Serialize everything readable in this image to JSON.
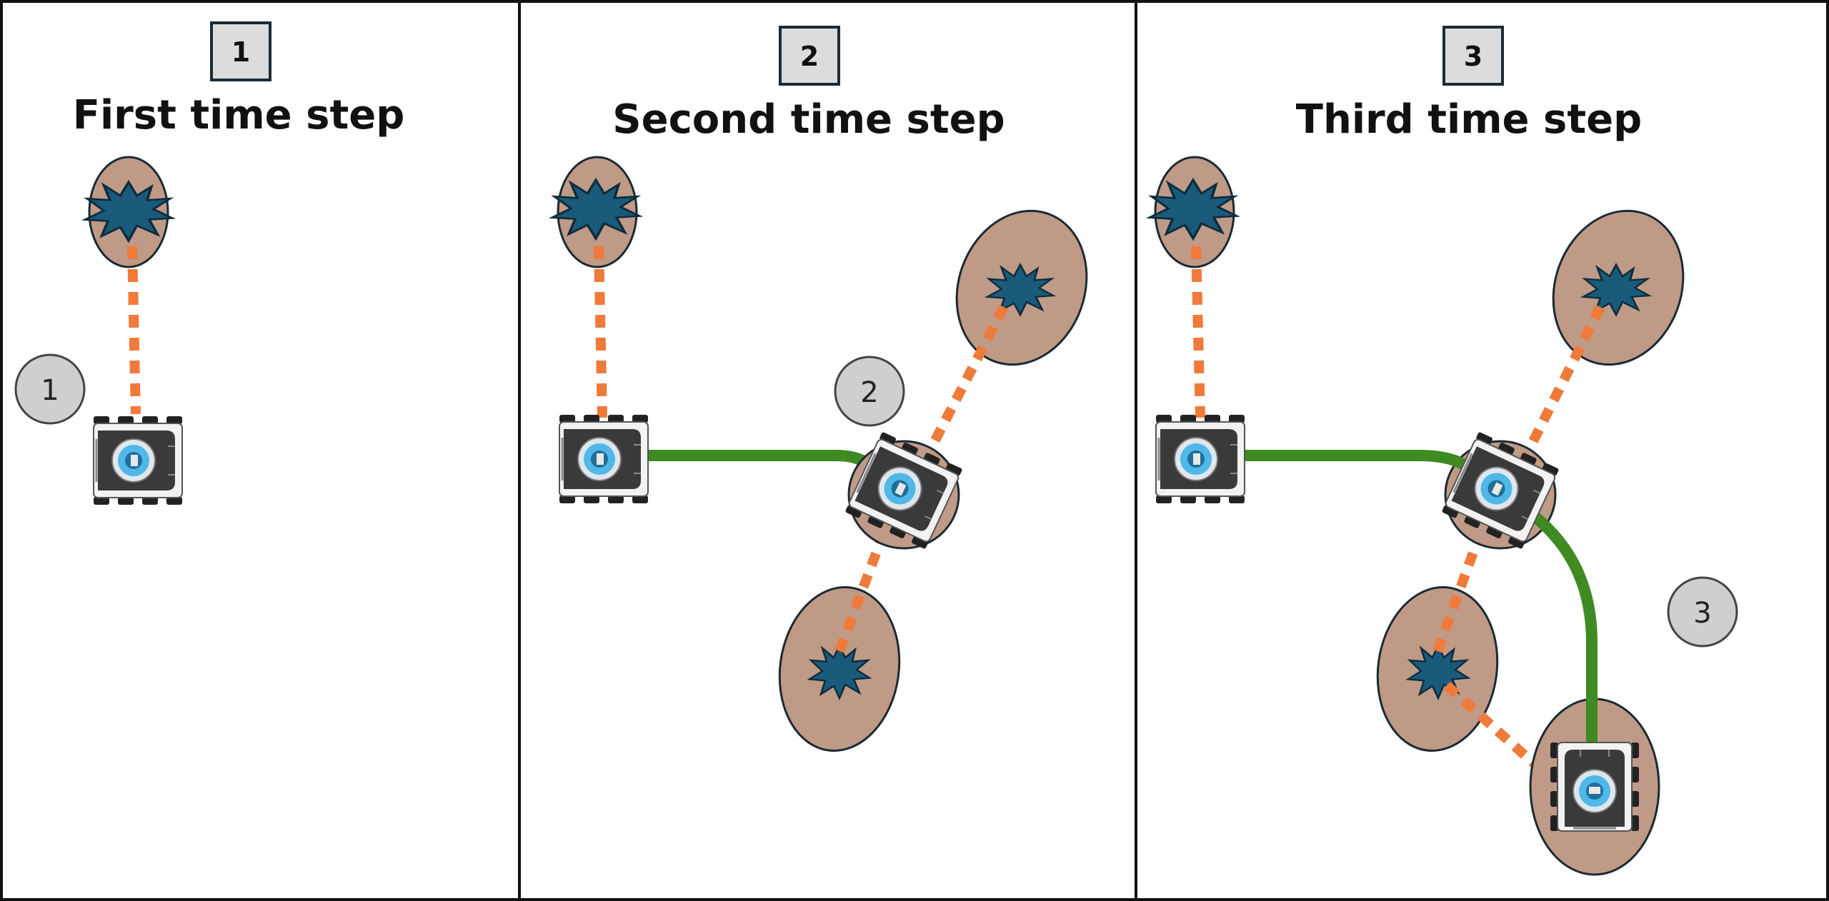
{
  "panels": [
    {
      "badge": "1",
      "title": "First time step",
      "marker": "1"
    },
    {
      "badge": "2",
      "title": "Second time step",
      "marker": "2"
    },
    {
      "badge": "3",
      "title": "Third time step",
      "marker": "3"
    }
  ],
  "colors": {
    "uncertainty_ellipse": "#bf9a87",
    "landmark": "#1a5a7a",
    "observation_line": "#ef7a3a",
    "trajectory": "#3f8a22",
    "marker_circle": "#cfcfd1",
    "badge_fill": "#dcdcdc",
    "robot_body": "#f2f2f2",
    "robot_top": "#3a3a3a",
    "robot_camera": "#4fb8e8"
  },
  "icons": {
    "landmark": "landmark-burst-icon",
    "robot": "mobile-robot-icon"
  }
}
